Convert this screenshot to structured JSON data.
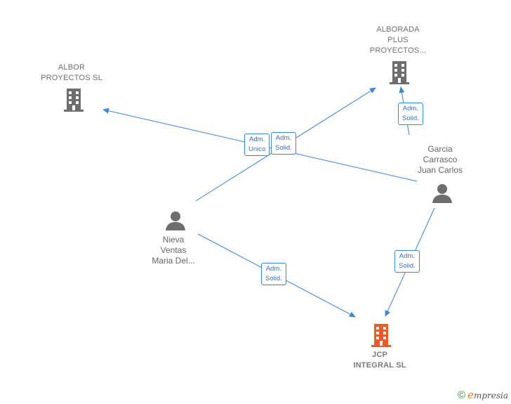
{
  "colors": {
    "edge": "#3d86d6",
    "company": "#6e6e6e",
    "focus_company": "#f05a28",
    "person": "#6e6e6e"
  },
  "nodes": {
    "albor": {
      "line1": "ALBOR",
      "line2": "PROYECTOS SL"
    },
    "alborada": {
      "line1": "ALBORADA",
      "line2": "PLUS",
      "line3": "PROYECTOS..."
    },
    "jcp": {
      "line1": "JCP",
      "line2": "INTEGRAL  SL"
    },
    "garcia": {
      "line1": "Garcia",
      "line2": "Carrasco",
      "line3": "Juan Carlos"
    },
    "nieva": {
      "line1": "Nieva",
      "line2": "Ventas",
      "line3": "Maria Del..."
    }
  },
  "edges": {
    "adm_unico": {
      "line1": "Adm.",
      "line2": "Unico"
    },
    "adm_solid_center": {
      "line1": "Adm.",
      "line2": "Solid."
    },
    "adm_solid_top": {
      "line1": "Adm.",
      "line2": "Solid."
    },
    "adm_solid_right": {
      "line1": "Adm.",
      "line2": "Solid."
    },
    "adm_solid_bottom": {
      "line1": "Adm.",
      "line2": "Solid."
    }
  },
  "brand": {
    "copyright": "©",
    "e": "e",
    "rest": "mpresia"
  }
}
